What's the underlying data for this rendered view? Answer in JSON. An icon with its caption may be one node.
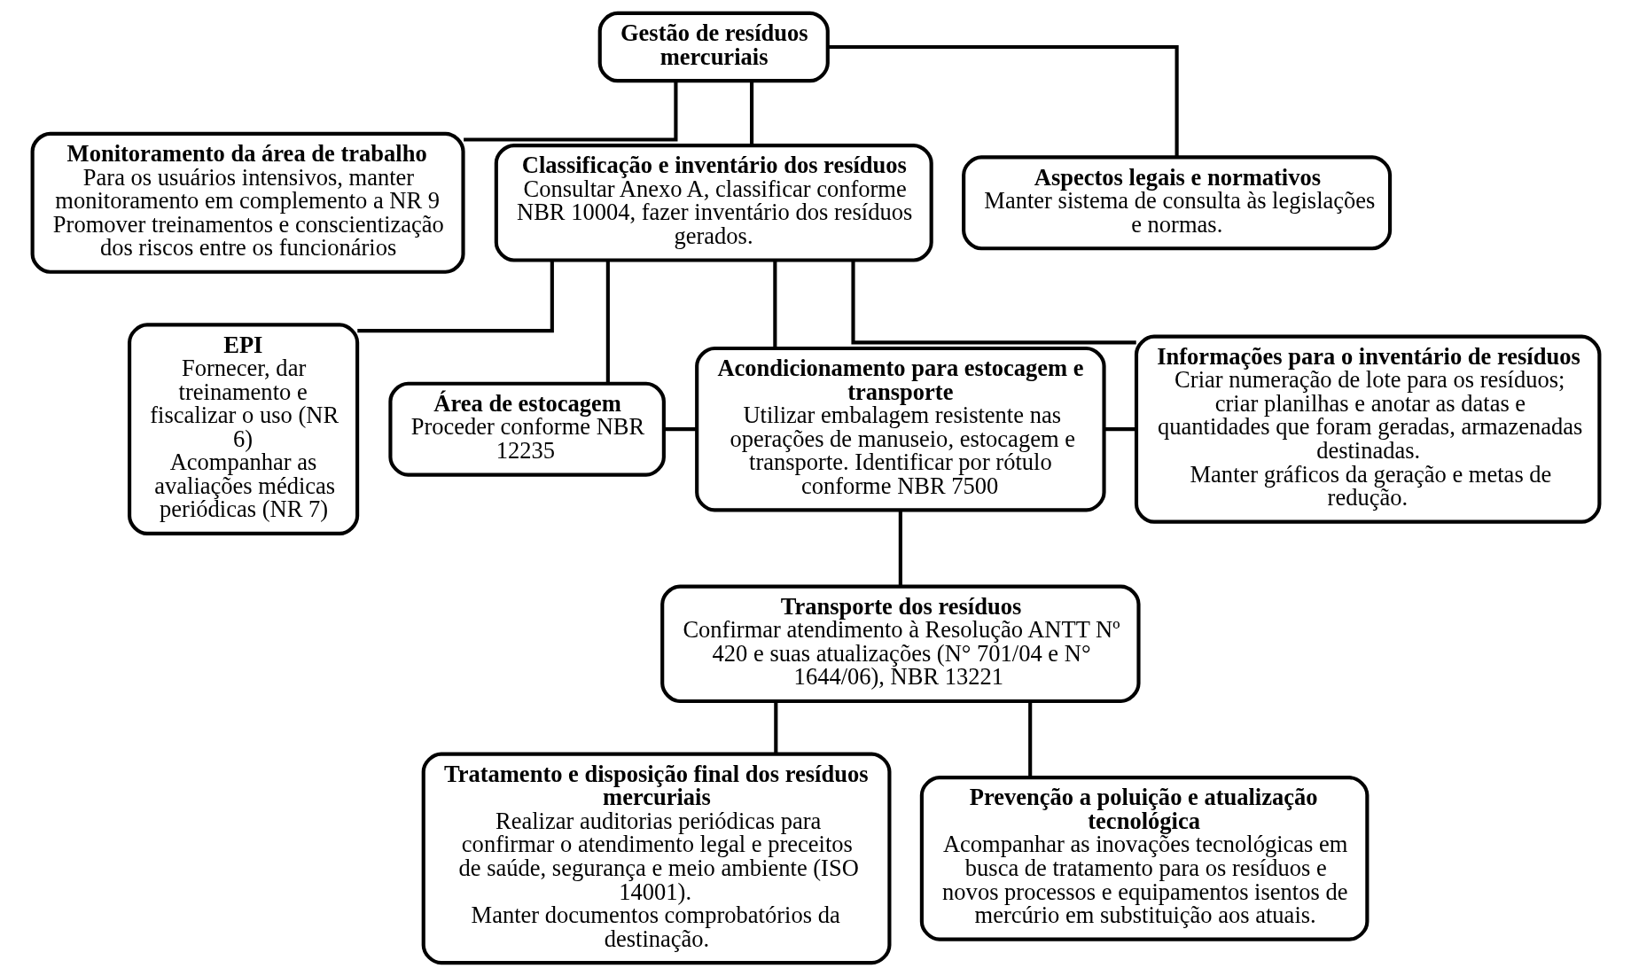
{
  "diagram": {
    "nodes": [
      {
        "text": [
          "Gestão de resíduos mercuriais"
        ]
      },
      {
        "text": [
          "Monitoramento da área de trabalho",
          "Para os usuários intensivos, manter monitoramento em complemento a NR 9",
          "Promover treinamentos e conscientização dos riscos entre os funcionários"
        ]
      },
      {
        "text": [
          "Classificação e inventário dos resíduos",
          "Consultar Anexo A, classificar conforme NBR 10004, fazer inventário dos resíduos gerados."
        ]
      },
      {
        "text": [
          "Aspectos legais e normativos",
          "Manter sistema de consulta às legislações e normas."
        ]
      },
      {
        "text": [
          "EPI",
          "Fornecer, dar treinamento e fiscalizar o uso (NR 6)",
          "Acompanhar as avaliações médicas periódicas (NR 7)"
        ]
      },
      {
        "text": [
          "Área de estocagem",
          "Proceder conforme NBR 12235"
        ]
      },
      {
        "text": [
          "Acondicionamento para estocagem e transporte",
          "Utilizar embalagem resistente nas operações de manuseio, estocagem e transporte. Identificar por rótulo conforme NBR 7500"
        ]
      },
      {
        "text": [
          "Informações para o inventário de resíduos",
          "Criar numeração de lote para os resíduos; criar planilhas e anotar as datas e quantidades que foram geradas, armazenadas destinadas.",
          "Manter gráficos da geração e metas de redução."
        ]
      },
      {
        "text": [
          "Transporte dos resíduos",
          "Confirmar atendimento à Resolução ANTT Nº 420 e suas atualizações (N° 701/04 e N° 1644/06), NBR 13221"
        ]
      },
      {
        "text": [
          "Tratamento e disposição final dos resíduos mercuriais",
          "Realizar auditorias periódicas para confirmar o atendimento legal e preceitos de saúde, segurança e meio ambiente (ISO 14001).",
          "Manter documentos comprobatórios da destinação."
        ]
      },
      {
        "text": [
          "Prevenção a poluição e atualização tecnológica",
          "Acompanhar as inovações tecnológicas em busca de tratamento para os resíduos e novos processos e equipamentos isentos de mercúrio em substituição aos atuais."
        ]
      }
    ],
    "edges": [
      {
        "from": 0,
        "to": 1,
        "arrow": "none"
      },
      {
        "from": 0,
        "to": 2,
        "arrow": "none"
      },
      {
        "from": 0,
        "to": 3,
        "arrow": "none"
      },
      {
        "from": 2,
        "to": 4,
        "arrow": "none"
      },
      {
        "from": 2,
        "to": 5,
        "arrow": "none"
      },
      {
        "from": 2,
        "to": 6,
        "arrow": "none"
      },
      {
        "from": 2,
        "to": 7,
        "arrow": "none"
      },
      {
        "from": 5,
        "to": 6,
        "arrow": "none"
      },
      {
        "from": 6,
        "to": 7,
        "arrow": "none"
      },
      {
        "from": 6,
        "to": 8,
        "arrow": "none"
      },
      {
        "from": 8,
        "to": 9,
        "arrow": "none"
      },
      {
        "from": 8,
        "to": 10,
        "arrow": "none"
      }
    ]
  }
}
